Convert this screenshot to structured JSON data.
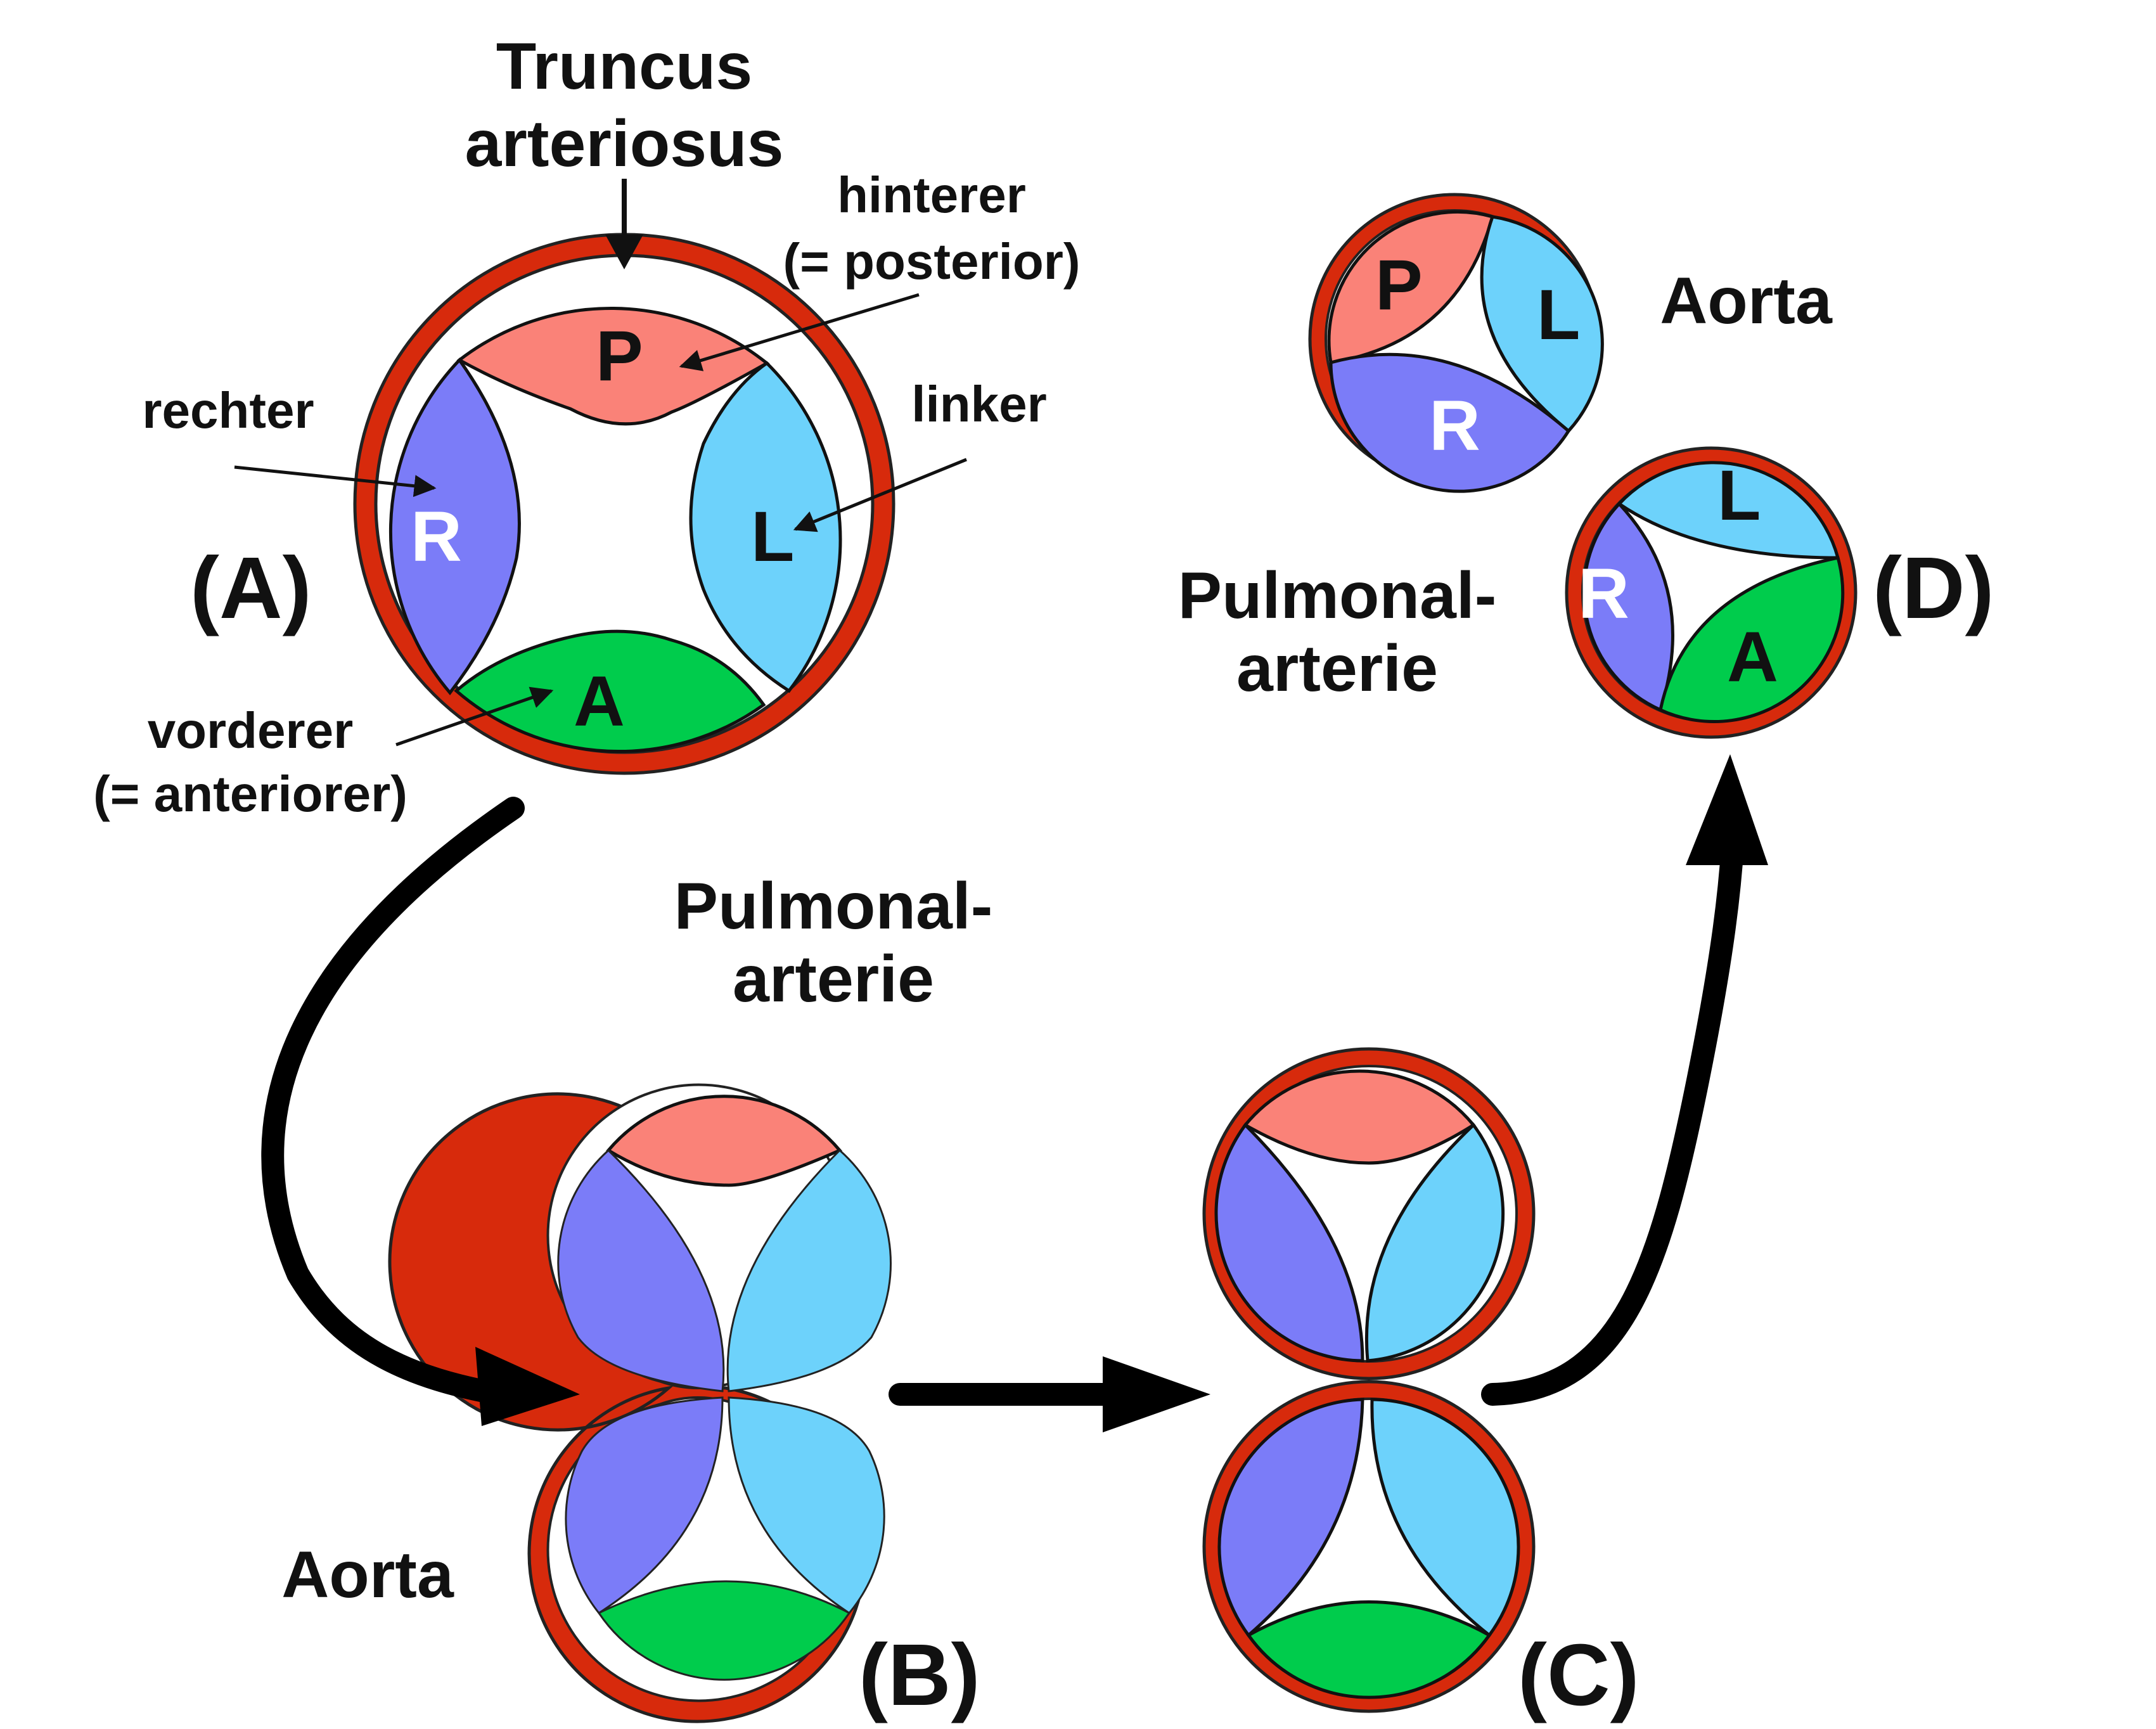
{
  "labels": {
    "truncus_line1": "Truncus",
    "truncus_line2": "arteriosus",
    "hinterer_line1": "hinterer",
    "hinterer_line2": "(= posterior)",
    "rechter": "rechter",
    "linker": "linker",
    "vorderer_line1": "vorderer",
    "vorderer_line2": "(= anteriorer)",
    "panel_a": "(A)",
    "panel_b": "(B)",
    "panel_c": "(C)",
    "panel_d": "(D)",
    "pulmonal_b_line1": "Pulmonal-",
    "pulmonal_b_line2": "arterie",
    "aorta_b": "Aorta",
    "aorta_d": "Aorta",
    "pulmonal_d_line1": "Pulmonal-",
    "pulmonal_d_line2": "arterie"
  },
  "cusps": {
    "p": "P",
    "r": "R",
    "l": "L",
    "a": "A"
  },
  "colors": {
    "wall_red": "#d72a0c",
    "cusp_posterior": "#fa8278",
    "cusp_right": "#7b7cf8",
    "cusp_left": "#6dd2fb",
    "cusp_anterior": "#00cc4c",
    "arrow": "#000000"
  }
}
